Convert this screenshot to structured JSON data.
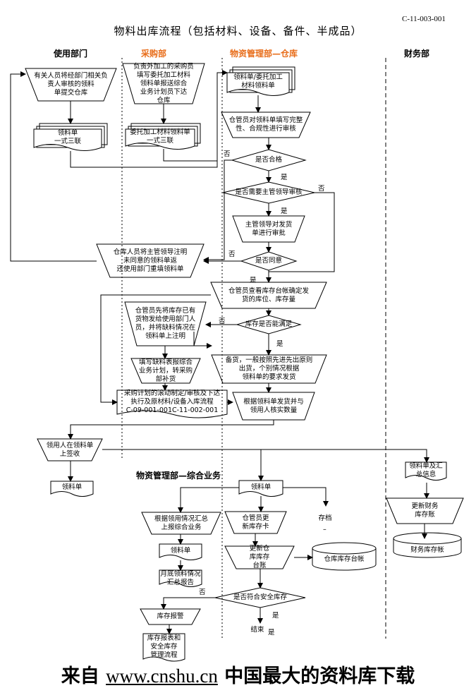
{
  "doc_code": "C-11-003-001",
  "title": "物料出库流程（包括材料、设备、备件、半成品）",
  "columns": {
    "use_dept": "使用部门",
    "purchase": "采购部",
    "warehouse": "物资管理部—仓库",
    "finance": "财务部"
  },
  "section2_title": "物资管理部—综合业务",
  "nodes": {
    "use_submit": "有关人员将经部门相关负\n责人审核的领料\n单提交仓库",
    "use_form": "领料单\n一式三联",
    "pur_entrust": "负责外加工的采购员\n填写委托加工材料\n领料单报送综合\n业务计划员下达\n仓库",
    "pur_form": "委托加工材料领料单\n一式三联",
    "wh_forms": "领料单/委托加工\n材料领料单",
    "wh_check": "仓管员对领料单填写完整\n性、合规性进行审核",
    "d_qualified": "是否合格",
    "d_need_approve": "是否需要主管领导审核",
    "wh_supervisor": "主管领导对发货\n单进行审批",
    "d_agree": "是否同意",
    "wh_return": "仓库人员将主管领导注明\n未同意的领料单返\n还使用部门重填领料单",
    "wh_ledger": "仓管员查看库存台帐确定发\n货的库位、库存量",
    "d_stock": "库存是否能满足",
    "wh_partial": "仓管员先将库存已有\n货物发给使用部门人\n员，并将缺料情况在\n领料单上注明",
    "wh_shortage": "填写缺料表报综合\n业务计划，转采购\n部补货",
    "wh_prepare": "备货，一般按照先进先出原则\n出货，个别情况根据\n领料单的要求发货",
    "wh_procure": "采购计划的滚动制定/审核及下达\n执行及原材料/设备入库流程\nC-09-001-001C-11-002-001",
    "wh_issue": "根据领料单发货并与\n领用人核实数量",
    "use_sign": "领用人在领料单\n上签收",
    "use_keep": "领料单",
    "fin_info": "领料单及汇\n总信息",
    "fin_update": "更新财务\n库存账",
    "fin_ledger": "财务库存帐",
    "co_form": "领料单",
    "co_summary": "根据领用情况汇总\n上报综合业务",
    "co_form2": "领料单",
    "co_monthly": "月底领料情况\n汇总报告",
    "wh_update_card": "仓管员更\n新库存卡",
    "archive": "存档",
    "wh_update_ledger": "更新仓\n库库存\n台账",
    "wh_ledger_db": "仓库库存台帐",
    "d_safety": "是否符合安全库存",
    "alarm": "库存报警",
    "alarm_process": "库存报表和\n安全库存\n管理流程",
    "end": "结束"
  },
  "yes_no": {
    "yes": "是",
    "no": "否",
    "dash": "–"
  },
  "footer": {
    "prefix": "来自 ",
    "url": "www.cnshu.cn",
    "suffix": " 中国最大的资料库下载"
  },
  "colors": {
    "accent_orange": "#e86d1a",
    "line": "#000000"
  }
}
